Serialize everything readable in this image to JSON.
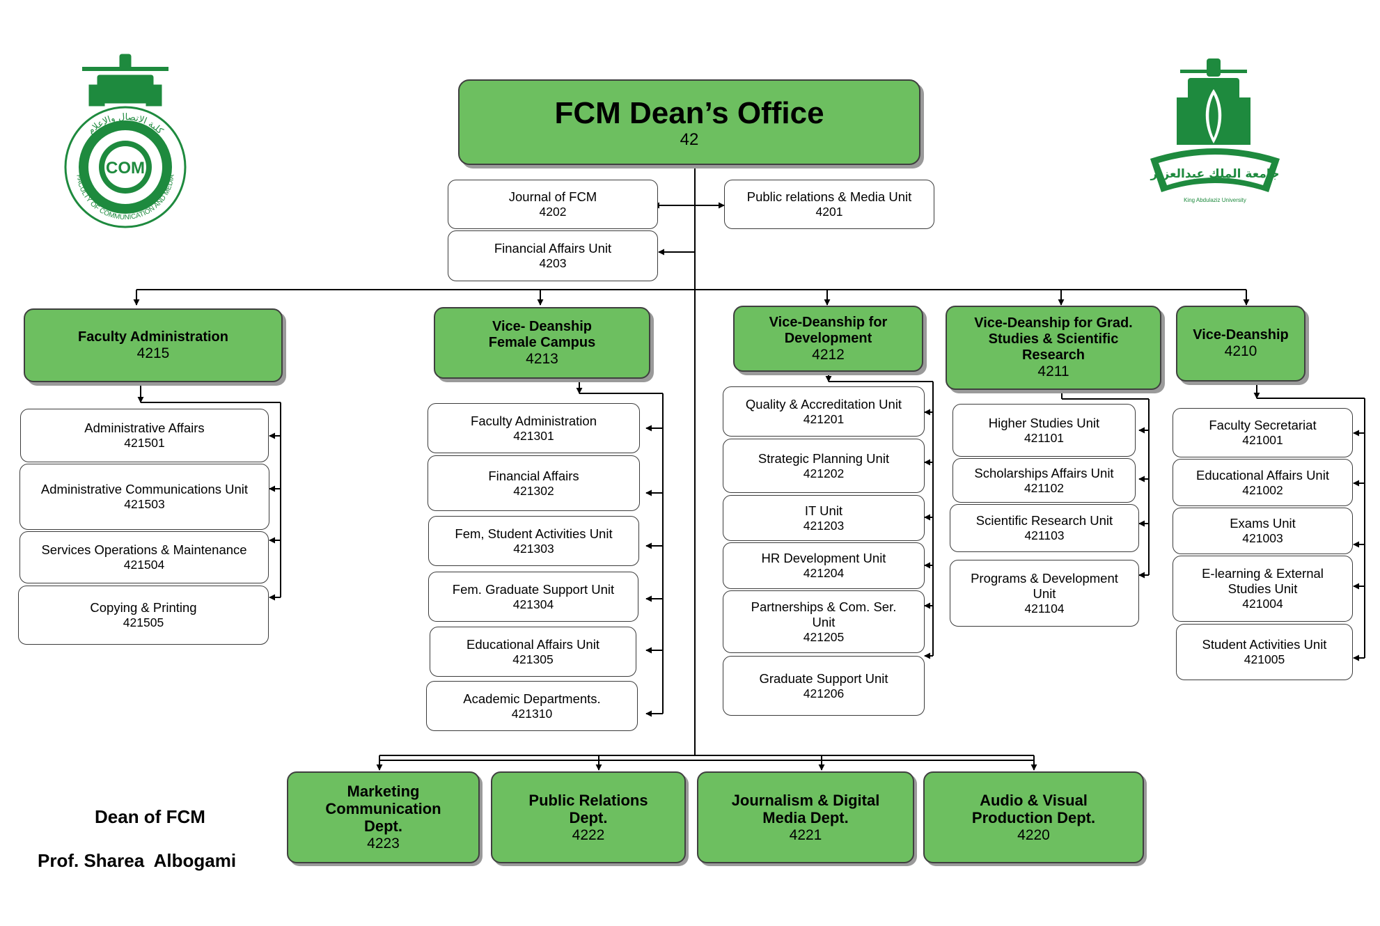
{
  "dean_office": {
    "title": "FCM Dean’s Office",
    "code": "42"
  },
  "top_units": [
    {
      "title": "Journal of FCM",
      "code": "4202"
    },
    {
      "title": "Public relations & Media Unit",
      "code": "4201"
    },
    {
      "title": "Financial Affairs Unit",
      "code": "4203"
    }
  ],
  "branches": [
    {
      "title": "Faculty Administration",
      "code": "4215",
      "units": [
        {
          "title": "Administrative Affairs",
          "code": "421501"
        },
        {
          "title": "Administrative Communications Unit",
          "code": "421503"
        },
        {
          "title": "Services Operations & Maintenance",
          "code": "421504"
        },
        {
          "title": "Copying & Printing",
          "code": "421505"
        }
      ]
    },
    {
      "title": "Vice- Deanship Female Campus",
      "code": "4213",
      "units": [
        {
          "title": "Faculty Administration",
          "code": "421301"
        },
        {
          "title": "Financial Affairs",
          "code": "421302"
        },
        {
          "title": "Fem, Student Activities Unit",
          "code": "421303"
        },
        {
          "title": "Fem. Graduate Support Unit",
          "code": "421304"
        },
        {
          "title": "Educational Affairs Unit",
          "code": "421305"
        },
        {
          "title": "Academic Departments.",
          "code": "421310"
        }
      ]
    },
    {
      "title": "Vice-Deanship for Development",
      "code": "4212",
      "units": [
        {
          "title": "Quality & Accreditation Unit",
          "code": "421201"
        },
        {
          "title": "Strategic Planning Unit",
          "code": "421202"
        },
        {
          "title": "IT Unit",
          "code": "421203"
        },
        {
          "title": "HR Development Unit",
          "code": "421204"
        },
        {
          "title": "Partnerships & Com. Ser. Unit",
          "code": "421205"
        },
        {
          "title": "Graduate Support Unit",
          "code": "421206"
        }
      ]
    },
    {
      "title": "Vice-Deanship for Grad. Studies & Scientific Research",
      "code": "4211",
      "units": [
        {
          "title": "Higher Studies Unit",
          "code": "421101"
        },
        {
          "title": "Scholarships Affairs Unit",
          "code": "421102"
        },
        {
          "title": "Scientific Research Unit",
          "code": "421103"
        },
        {
          "title": "Programs & Development Unit",
          "code": "421104"
        }
      ]
    },
    {
      "title": "Vice-Deanship",
      "code": "4210",
      "units": [
        {
          "title": "Faculty Secretariat",
          "code": "421001"
        },
        {
          "title": "Educational Affairs Unit",
          "code": "421002"
        },
        {
          "title": "Exams Unit",
          "code": "421003"
        },
        {
          "title": "E-learning & External Studies Unit",
          "code": "421004"
        },
        {
          "title": "Student Activities Unit",
          "code": "421005"
        }
      ]
    }
  ],
  "departments": [
    {
      "title": "Marketing Communication Dept.",
      "code": "4223"
    },
    {
      "title": "Public Relations Dept.",
      "code": "4222"
    },
    {
      "title": "Journalism & Digital Media Dept.",
      "code": "4221"
    },
    {
      "title": "Audio & Visual Production Dept.",
      "code": "4220"
    }
  ],
  "signature": {
    "role": "Dean of FCM",
    "name": "Prof. Sharea  Albogami"
  },
  "logos": {
    "left": {
      "name": "fcm-logo-icon",
      "mark": "COM",
      "arabic": "كلية الاتصال والإعلام",
      "ring_text": "FACULTY OF COMMUNICATION AND MEDIA"
    },
    "right": {
      "name": "kau-logo-icon",
      "arabic": "جامعة الملك عبدالعزيز",
      "english": "King Abdulaziz University"
    }
  },
  "colors": {
    "box_fill": "#6dbf60",
    "border": "#3f3f3f",
    "logo_green": "#1e8a3e"
  }
}
